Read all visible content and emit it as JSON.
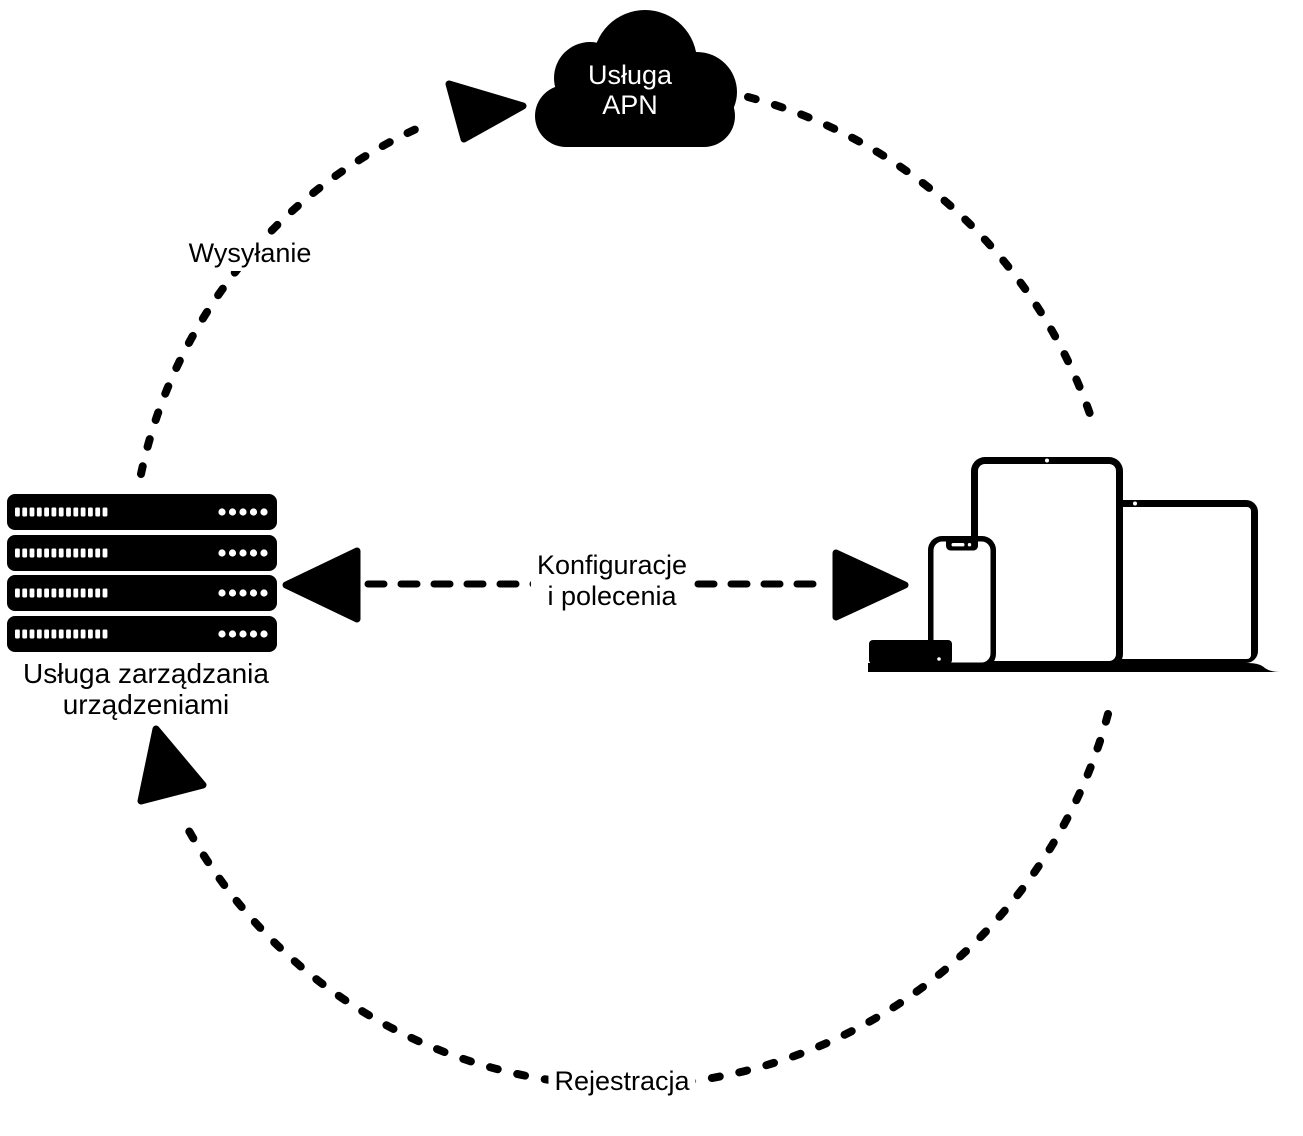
{
  "diagram": {
    "nodes": {
      "apn": {
        "line1": "Usługa",
        "line2": "APN",
        "icon": "cloud-icon"
      },
      "mdm": {
        "line1": "Usługa zarządzania",
        "line2": "urządzeniami",
        "icon": "server-rack-icon"
      },
      "devices": {
        "icon": "devices-icon",
        "device_icons": [
          "apple-tv-icon",
          "iphone-icon",
          "ipad-icon",
          "macbook-icon"
        ]
      }
    },
    "edges": {
      "send": {
        "label": "Wysyłanie",
        "from": "mdm",
        "to": "apn"
      },
      "config": {
        "line1": "Konfiguracje",
        "line2": "i polecenia",
        "between": "mdm-devices"
      },
      "enroll": {
        "label": "Rejestracja",
        "from": "devices",
        "to": "mdm"
      }
    },
    "colors": {
      "foreground": "#000000",
      "background": "#ffffff",
      "text_on_dark": "#ffffff"
    }
  }
}
